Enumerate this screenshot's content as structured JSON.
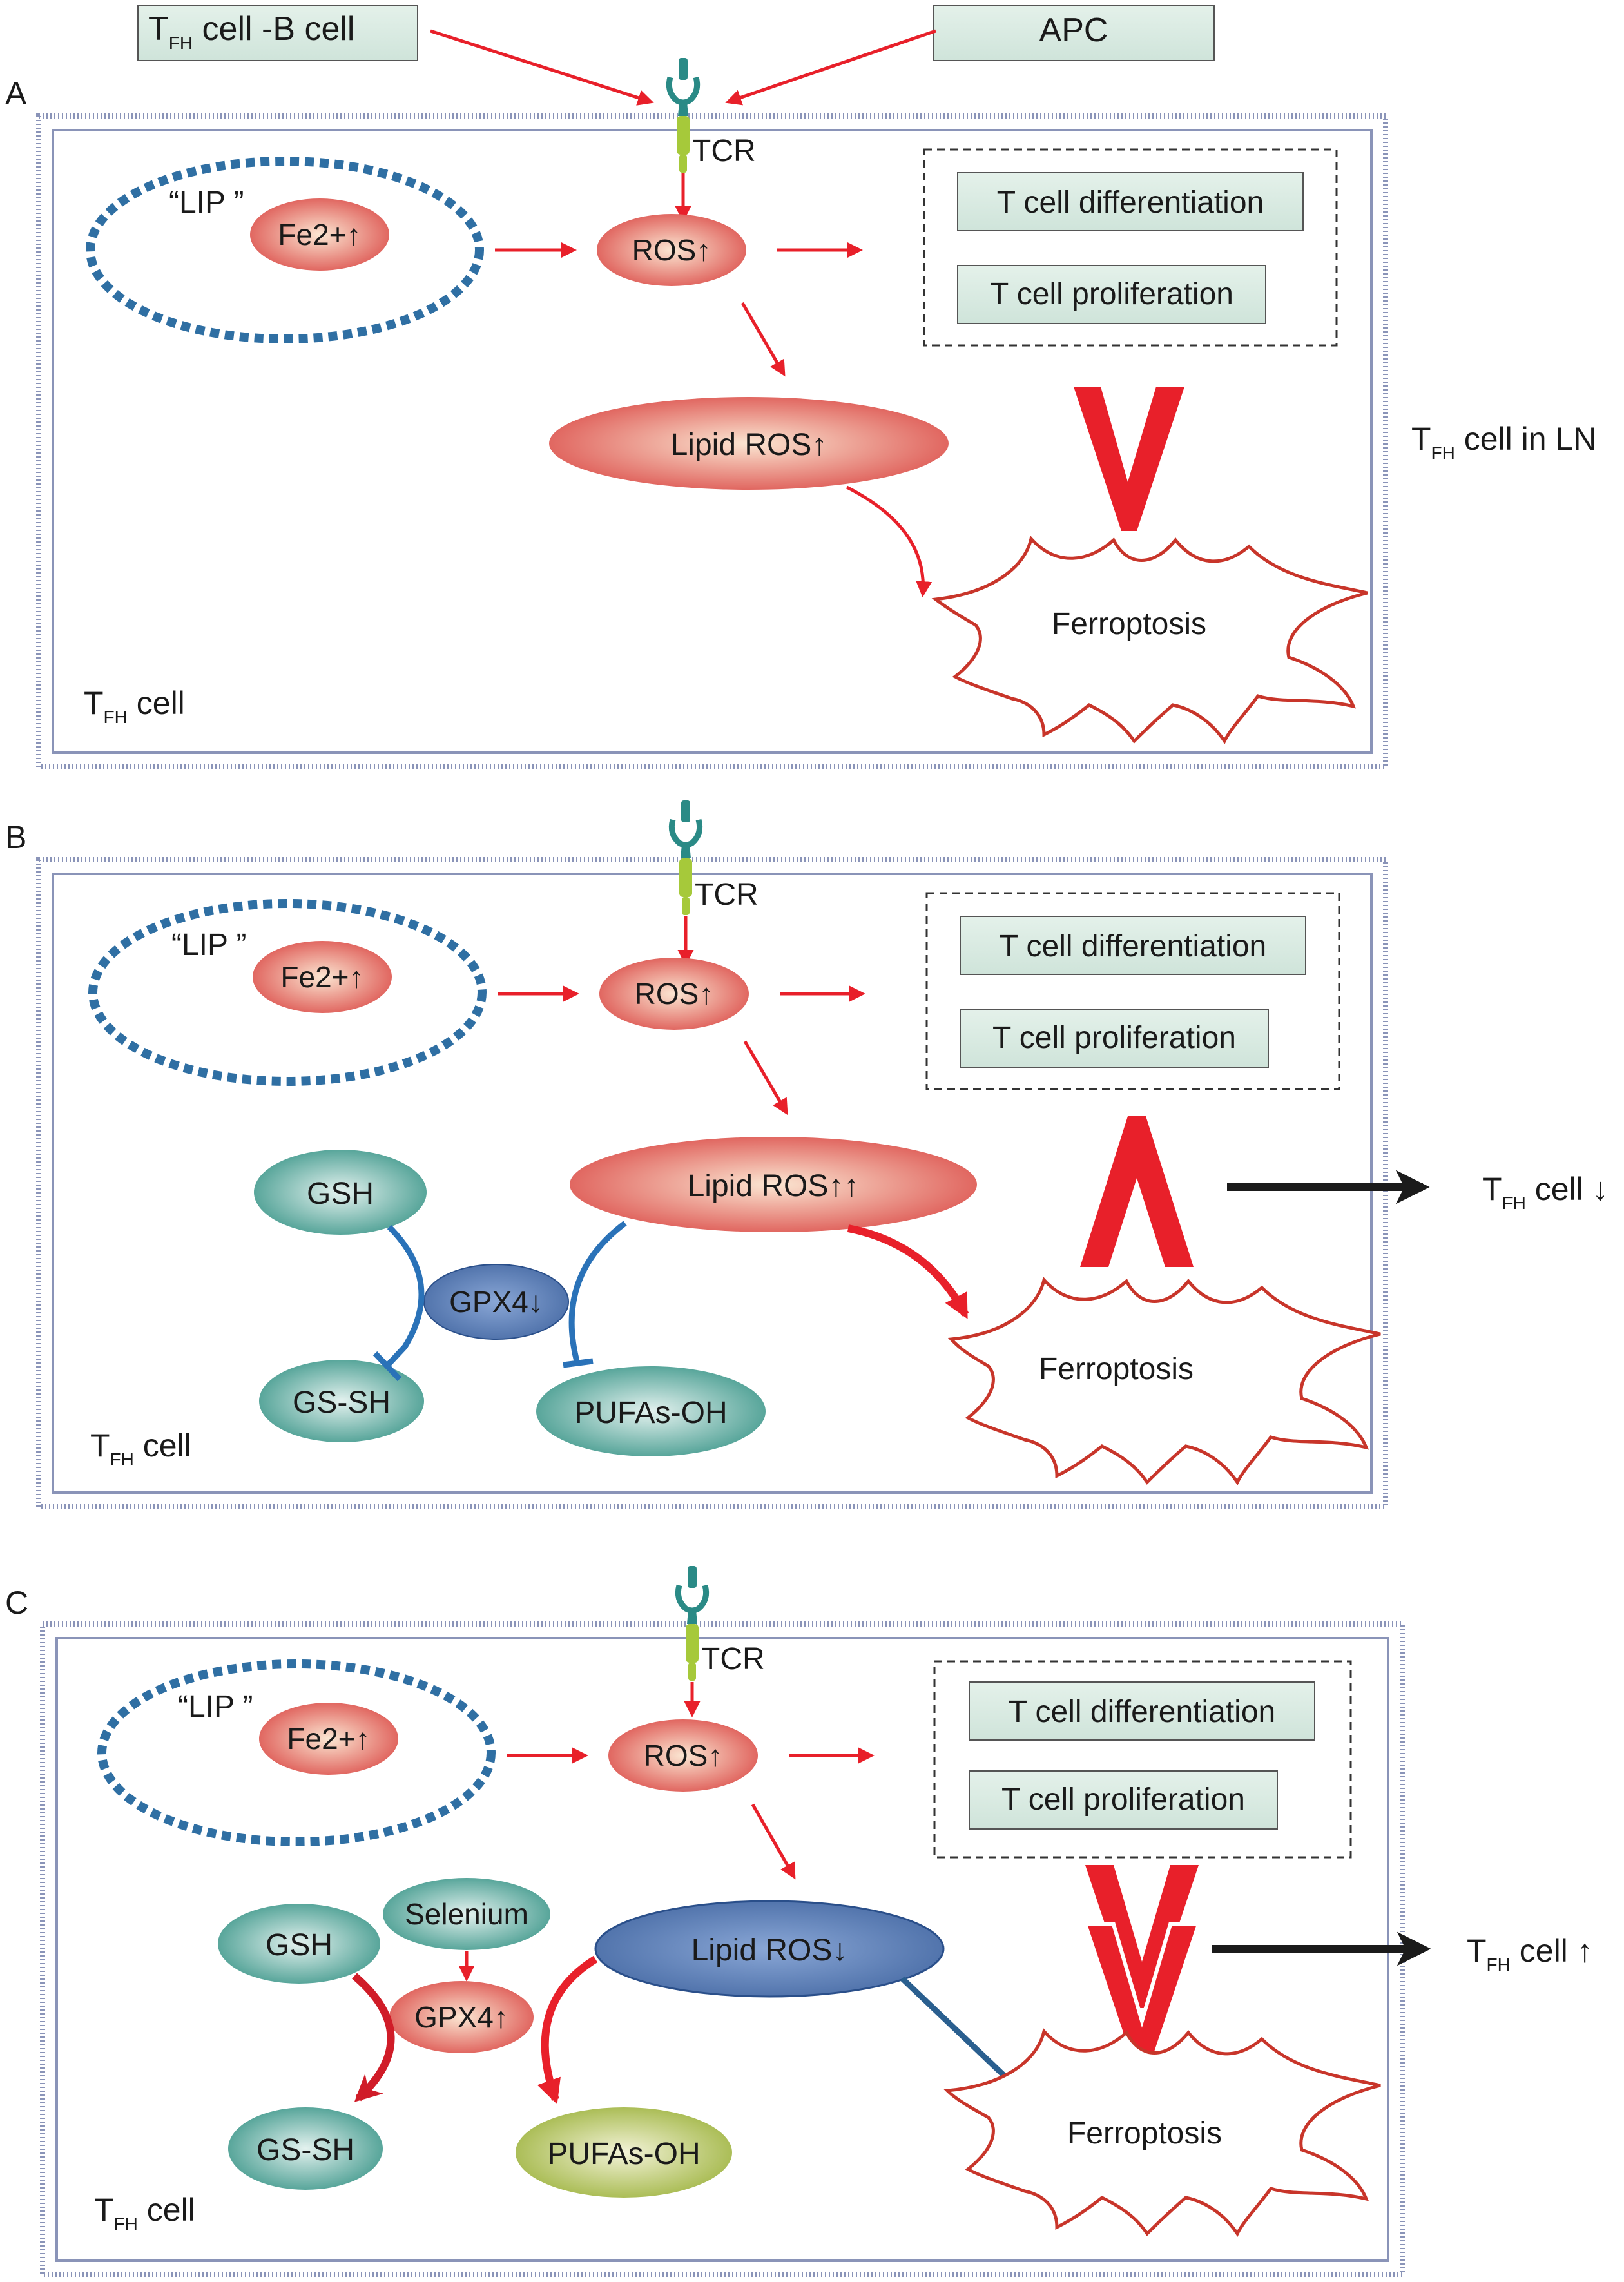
{
  "inputs": {
    "tfh_b": {
      "t": "T",
      "sub": "FH",
      "rest": " cell -B cell"
    },
    "apc": "APC"
  },
  "right_label": {
    "t": "T",
    "sub": "FH",
    "rest": " cell in LN"
  },
  "panels": [
    {
      "letter": "A",
      "tcr": "TCR",
      "lip": "“LIP ”",
      "fe": "Fe2+↑",
      "ros": "ROS↑",
      "lipid": "Lipid ROS↑",
      "diff": "T cell differentiation",
      "prolif": "T cell proliferation",
      "ferro": "Ferroptosis",
      "cell": {
        "t": "T",
        "sub": "FH",
        "rest": " cell"
      }
    },
    {
      "letter": "B",
      "tcr": "TCR",
      "lip": "“LIP ”",
      "fe": "Fe2+↑",
      "ros": "ROS↑",
      "lipid": "Lipid ROS↑↑",
      "diff": "T cell differentiation",
      "prolif": "T cell proliferation",
      "ferro": "Ferroptosis",
      "gsh": "GSH",
      "gpx4": "GPX4↓",
      "gssh": "GS-SH",
      "pufa": "PUFAs-OH",
      "outcome": {
        "t": "T",
        "sub": "FH",
        "rest": " cell ↓"
      },
      "cell": {
        "t": "T",
        "sub": "FH",
        "rest": " cell"
      }
    },
    {
      "letter": "C",
      "tcr": "TCR",
      "lip": "“LIP ”",
      "fe": "Fe2+↑",
      "ros": "ROS↑",
      "lipid": "Lipid ROS↓",
      "diff": "T cell differentiation",
      "prolif": "T cell proliferation",
      "ferro": "Ferroptosis",
      "gsh": "GSH",
      "selenium": "Selenium",
      "gpx4": "GPX4↑",
      "gssh": "GS-SH",
      "pufa": "PUFAs-OH",
      "outcome": {
        "t": "T",
        "sub": "FH",
        "rest": " cell ↑"
      },
      "cell": {
        "t": "T",
        "sub": "FH",
        "rest": " cell"
      }
    }
  ],
  "colors": {
    "red_arrow": "#e8202a",
    "membrane": "#8a94b8",
    "lip_dots": "#2f6fa3",
    "box_fill": "#d8ebe2",
    "burst": "#c8352a",
    "blue_inhibit": "#2a72b8"
  },
  "icons": [
    "tcr-receptor-icon"
  ]
}
